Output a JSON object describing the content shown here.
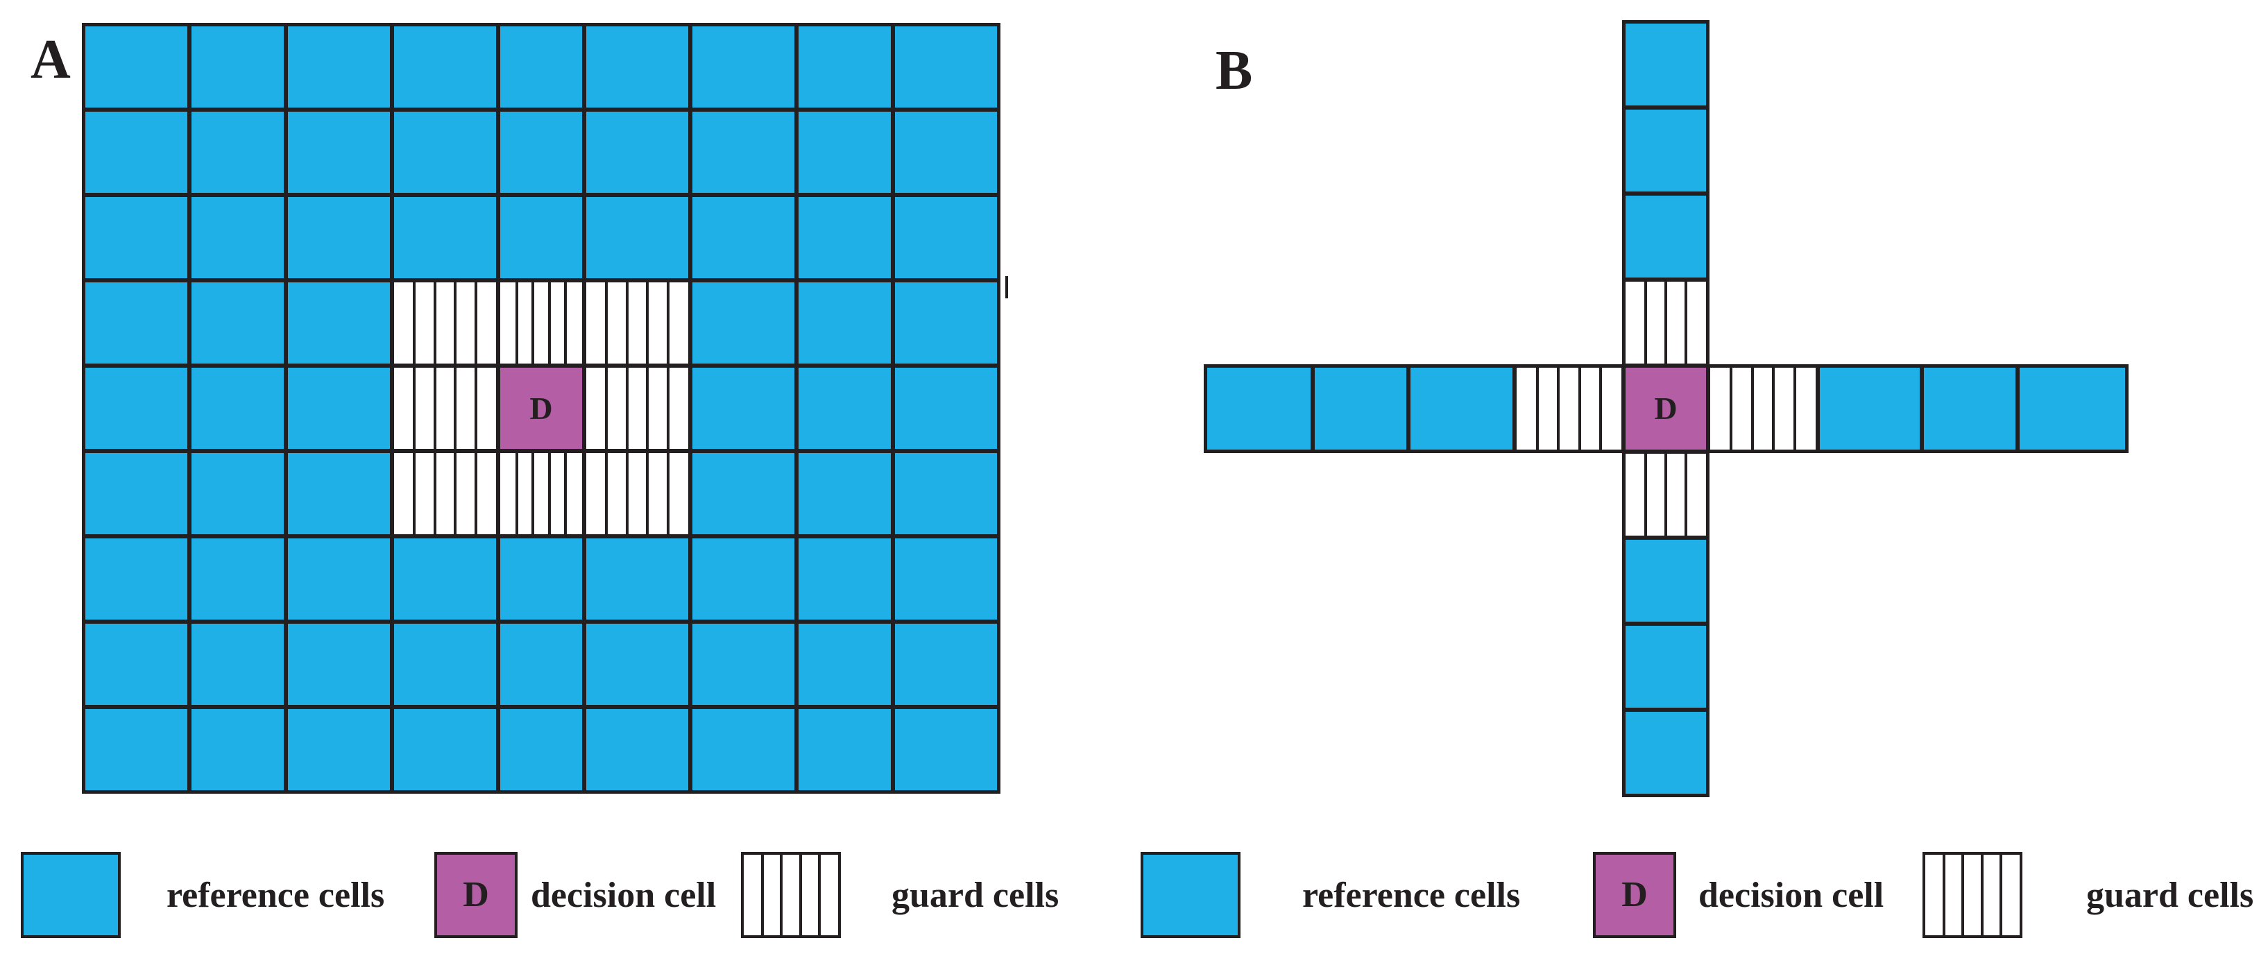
{
  "decision_letter": "D",
  "colors": {
    "reference_blue": "#1FB0E7",
    "decision_magenta": "#B45EA5",
    "stroke": "#231F20",
    "background": "#FFFFFF"
  },
  "panel_a": {
    "label": "A",
    "rows": 9,
    "cols": 9,
    "guard_rows": [
      3,
      5
    ],
    "guard_cols": [
      3,
      5
    ],
    "decision": {
      "row": 4,
      "col": 4
    }
  },
  "panel_b": {
    "label": "B",
    "arm_length": 9,
    "arm_cells": [
      "reference",
      "reference",
      "reference",
      "guard",
      "decision",
      "guard",
      "reference",
      "reference",
      "reference"
    ]
  },
  "legend": {
    "groups": [
      {
        "entries": [
          {
            "swatch": "reference",
            "label": "reference cells"
          },
          {
            "swatch": "decision",
            "label": "decision cell"
          },
          {
            "swatch": "guard",
            "label": "guard cells"
          }
        ]
      },
      {
        "entries": [
          {
            "swatch": "reference",
            "label": "reference cells"
          },
          {
            "swatch": "decision",
            "label": "decision cell"
          },
          {
            "swatch": "guard",
            "label": "guard cells"
          }
        ]
      }
    ]
  }
}
